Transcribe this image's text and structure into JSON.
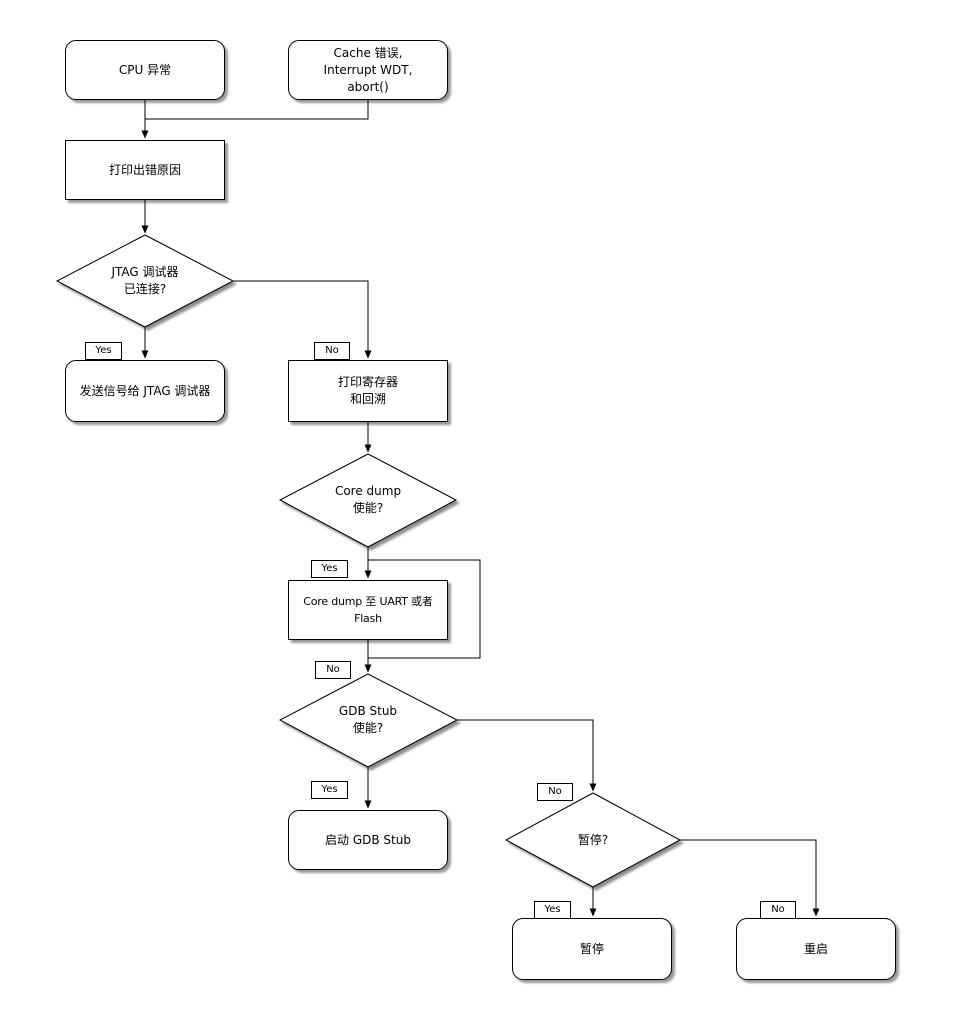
{
  "diagram": {
    "title": "fatal-error-handling-flowchart",
    "colors": {
      "line": "#000000",
      "node_fill": "#ffffff",
      "shadow": "#808080",
      "background": "#ffffff",
      "text": "#000000"
    },
    "nodes": {
      "cpu_exception": {
        "label": "CPU 异常",
        "shape": "rounded"
      },
      "cache_error": {
        "label": "Cache 错误,\nInterrupt WDT,\nabort()",
        "shape": "rounded"
      },
      "print_cause": {
        "label": "打印出错原因",
        "shape": "rect"
      },
      "send_signal_jtag": {
        "label": "发送信号给 JTAG 调试器",
        "shape": "rounded"
      },
      "print_registers": {
        "label": "打印寄存器\n和回溯",
        "shape": "rect"
      },
      "core_dump_uart_flash": {
        "label": "Core dump 至 UART 或者 Flash",
        "shape": "rect"
      },
      "start_gdb_stub": {
        "label": "启动 GDB Stub",
        "shape": "rounded"
      },
      "halt": {
        "label": "暂停",
        "shape": "rounded"
      },
      "reboot": {
        "label": "重启",
        "shape": "rounded"
      }
    },
    "decisions": {
      "jtag_connected": {
        "label": "JTAG 调试器\n已连接?"
      },
      "core_dump_enabled": {
        "label": "Core dump\n使能?"
      },
      "gdb_stub_enabled": {
        "label": "GDB Stub\n使能?"
      },
      "halt_question": {
        "label": "暂停?"
      }
    },
    "edge_labels": {
      "jtag_yes": "Yes",
      "jtag_no": "No",
      "coredump_yes": "Yes",
      "coredump_no": "No",
      "gdb_yes": "Yes",
      "halt_no": "No",
      "halt_yes": "Yes",
      "reboot_no": "No"
    }
  }
}
